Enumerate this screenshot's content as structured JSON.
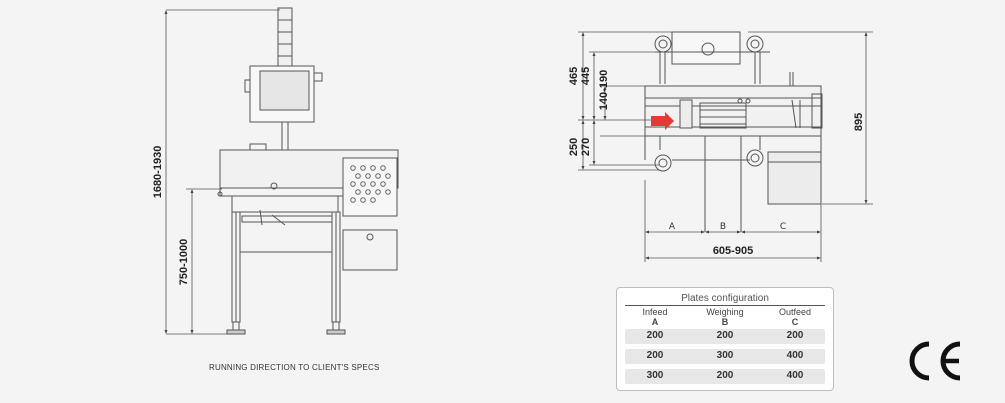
{
  "dimensions": {
    "height_total": "1680-1930",
    "height_table": "750-1000",
    "top_465": "465",
    "top_445": "445",
    "top_140_190": "140-190",
    "mid_250": "250",
    "mid_270": "270",
    "depth_895": "895",
    "width_total": "605-905",
    "seg_a": "A",
    "seg_b": "B",
    "seg_c": "C"
  },
  "caption": "RUNNING DIRECTION TO CLIENT'S SPECS",
  "plates": {
    "title": "Plates configuration",
    "columns": [
      {
        "name": "Infeed",
        "key": "A"
      },
      {
        "name": "Weighing",
        "key": "B"
      },
      {
        "name": "Outfeed",
        "key": "C"
      }
    ],
    "rows": [
      [
        "200",
        "200",
        "200"
      ],
      [
        "200",
        "300",
        "400"
      ],
      [
        "300",
        "200",
        "400"
      ]
    ]
  },
  "logo_text": "CE",
  "colors": {
    "line": "#555555",
    "arrow": "#e53935",
    "background": "#f4f4f4"
  }
}
